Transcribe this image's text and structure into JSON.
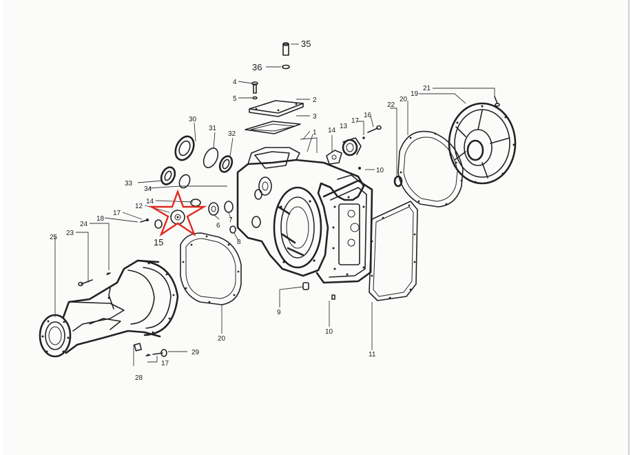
{
  "highlight_color": "#e0281f",
  "line_color": "#222222",
  "background_color": "#fbfbfa",
  "callouts": {
    "c1": "1",
    "c2": "2",
    "c3": "3",
    "c4": "4",
    "c5": "5",
    "c6": "6",
    "c7": "7",
    "c8": "8",
    "c9": "9",
    "c10a": "10",
    "c10b": "10",
    "c11": "11",
    "c12": "12",
    "c13": "13",
    "c14a": "14",
    "c14b": "14",
    "c15": "15",
    "c16": "16",
    "c17a": "17",
    "c17b": "17",
    "c17c": "17",
    "c18": "18",
    "c19": "19",
    "c20a": "20",
    "c20b": "20",
    "c21": "21",
    "c22": "22",
    "c23": "23",
    "c24": "24",
    "c25": "25",
    "c28": "28",
    "c29": "29",
    "c30": "30",
    "c31": "31",
    "c32": "32",
    "c33": "33",
    "c34": "34",
    "c35": "35",
    "c36": "36"
  }
}
